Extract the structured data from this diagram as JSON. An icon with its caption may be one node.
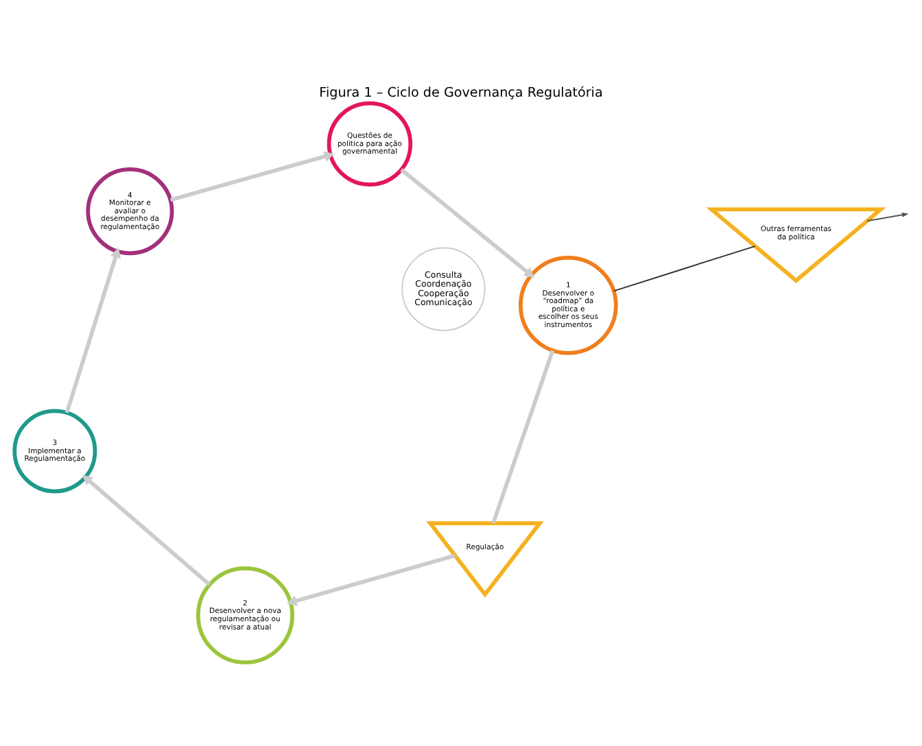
{
  "diagram": {
    "title": "Figura 1 – Ciclo de Governança Regulatória",
    "nodes": [
      {
        "text": [
          "Questões de politica para ação governamental"
        ]
      },
      {
        "text": [
          "1",
          "Desenvolver o “roadmap” da política e escolher os seus instrumentos"
        ]
      },
      {
        "text": [
          "Regulação"
        ]
      },
      {
        "text": [
          "Outras ferramentas da política"
        ]
      },
      {
        "text": [
          "2",
          "Desenvolver a nova regulamentação ou revisar a atual"
        ]
      },
      {
        "text": [
          "3",
          "Implementar a Regulamentação"
        ]
      },
      {
        "text": [
          "4",
          "Monitorar e avaliar o desempenho da regulamentação"
        ]
      },
      {
        "text": [
          "Consulta Coordenação Cooperação Comunicação"
        ]
      }
    ],
    "edges": [
      {
        "from": 0,
        "to": 1,
        "arrow": "to"
      },
      {
        "from": 1,
        "to": 2,
        "arrow": "none"
      },
      {
        "from": 1,
        "to": 3,
        "arrow": "none",
        "color": "#333333"
      },
      {
        "from": 3,
        "to": null,
        "arrow": "to",
        "color": "#555555"
      },
      {
        "from": 2,
        "to": 4,
        "arrow": "to"
      },
      {
        "from": 4,
        "to": 5,
        "arrow": "to"
      },
      {
        "from": 5,
        "to": 6,
        "arrow": "to"
      },
      {
        "from": 6,
        "to": 0,
        "arrow": "to"
      }
    ]
  }
}
